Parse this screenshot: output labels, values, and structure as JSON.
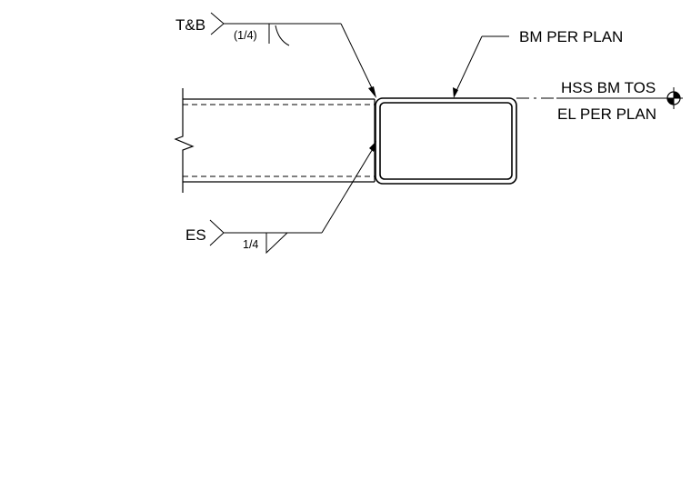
{
  "labels": {
    "weld_top_side": "T&B",
    "weld_top_size": "(1/4)",
    "weld_bottom_side": "ES",
    "weld_bottom_size": "1/4",
    "beam_callout": "BM PER PLAN",
    "elevation_line1": "HSS BM TOS",
    "elevation_line2": "EL PER PLAN"
  }
}
